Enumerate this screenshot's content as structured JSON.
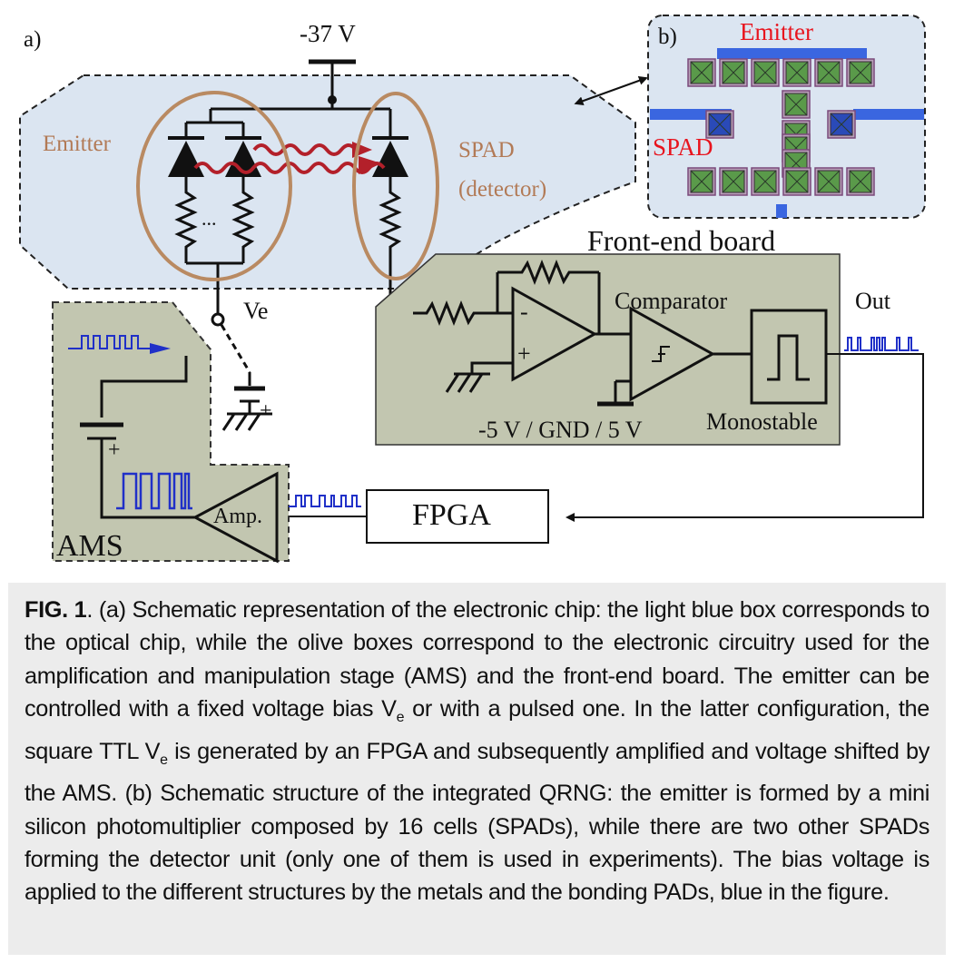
{
  "panel_a": {
    "panel_label": "a)",
    "supply_voltage": "-37 V",
    "emitter_label": "Emitter",
    "emitter_ellipsis": "...",
    "spad_label": "SPAD",
    "detector_label": "(detector)",
    "ve_label": "Ve",
    "front_end_title": "Front-end board",
    "comparator_label": "Comparator",
    "out_label": "Out",
    "power_rails_label": "-5 V / GND / 5 V",
    "monostable_label": "Monostable",
    "fpga_label": "FPGA",
    "amp_label": "Amp.",
    "ams_label": "AMS",
    "opamp_minus": "-",
    "opamp_plus": "+",
    "battery_plus": "+"
  },
  "panel_b": {
    "panel_label": "b)",
    "emitter_label": "Emitter",
    "spad_label": "SPAD"
  },
  "caption": {
    "fig_label": "FIG. 1",
    "text": ". (a) Schematic representation of the electronic chip: the light blue box corresponds to the optical chip, while the olive boxes correspond to the electronic circuitry used for the amplification and manipulation stage (AMS) and the front-end board. The emitter can be controlled with a fixed voltage bias V",
    "sub_e": "e",
    "text2": " or with a pulsed one. In the latter configuration, the square TTL V",
    "text3": " is generated by an FPGA and subsequently amplified and voltage shifted by the AMS. (b) Schematic structure of the integrated QRNG: the emitter is formed by a mini silicon photomultiplier composed by 16 cells (SPADs), while there are two other SPADs forming the detector unit (only one of them is used in experiments). The bias voltage is applied to the different structures by the metals and the bonding PADs, blue in the figure."
  },
  "colors": {
    "chip_blue": "#dbe5f1",
    "board_olive": "#c2c6b0",
    "ellipse_brown": "#b98a62",
    "photon_red": "#b3202a",
    "signal_blue": "#2030c8",
    "label_red": "#e8141e",
    "cell_green": "#5a9a4a",
    "metal_blue": "#3a66e0"
  }
}
